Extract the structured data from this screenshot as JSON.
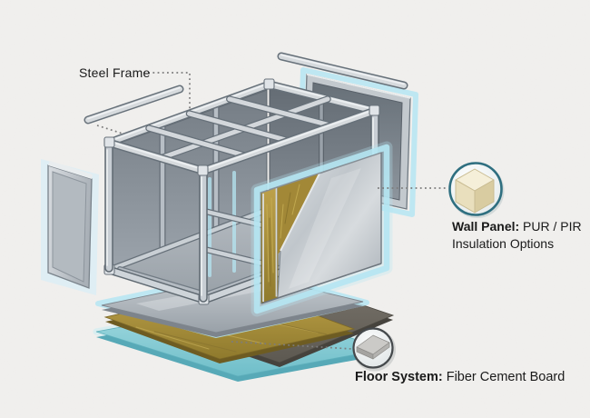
{
  "labels": {
    "steel_frame": {
      "text": "Steel Frame"
    },
    "wall_panel": {
      "title": "Wall Panel:",
      "detail": " PUR / PIR",
      "line2": "Insulation Options"
    },
    "floor_system": {
      "title": "Floor System:",
      "detail": " Fiber Cement Board"
    }
  },
  "icons": {
    "wall_sample": "insulation-foam-cube",
    "floor_sample": "fiber-cement-board-corner"
  },
  "colors": {
    "background": "#f1f0ee",
    "glow_accent": "#b5e5f2",
    "steel_light": "#d6dadd",
    "steel_outline": "#67717a",
    "insulation_gold": "#a28837",
    "floor_teal_edge": "#57a9b7",
    "dark_board": "#6b675f",
    "wall_callout_border": "#2f6f80",
    "floor_callout_border": "#45494c",
    "leader_dots": "#7c7c7c",
    "label_text": "#1a1a1a",
    "cube_top": "#f5efd9",
    "cube_left": "#e9dfbd",
    "cube_right": "#d9cca1",
    "board_top": "#cbcac7",
    "board_edge_front": "#a5a4a1",
    "board_edge_right": "#b4b3b0"
  }
}
